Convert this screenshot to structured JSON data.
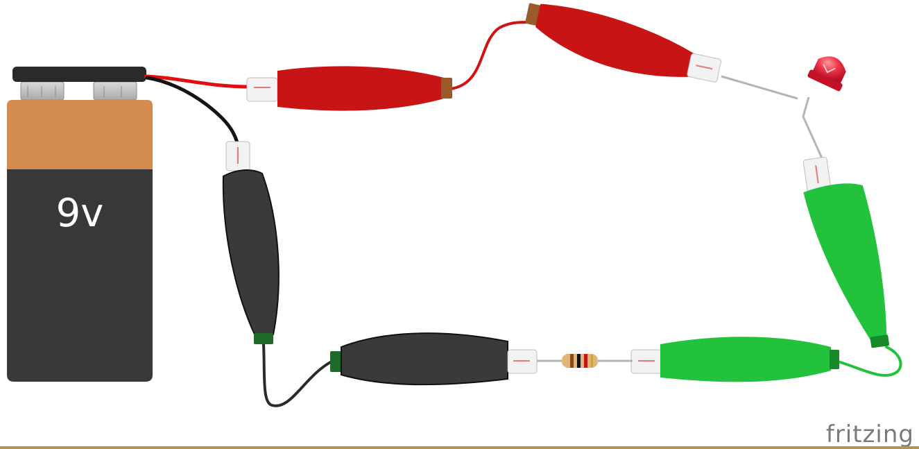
{
  "battery": {
    "label": "9v"
  },
  "brand": {
    "text": "fritzing"
  },
  "colors": {
    "background": "#ffffff",
    "battery_top": "#d38b50",
    "battery_body": "#383838",
    "battery_cap": "#2a2a2a",
    "wire_positive": "#e01010",
    "wire_negative": "#141414",
    "clip_red": "#c81414",
    "clip_black": "#3a3a3a",
    "clip_green": "#22c23c",
    "lead_metal": "#b4b4b4",
    "led_red": "#e8243a",
    "resistor_body": "#e0b577",
    "bottom_rule": "#b7905e"
  },
  "components": {
    "led": "red-led",
    "resistor": "resistor",
    "battery": "9v-battery"
  }
}
